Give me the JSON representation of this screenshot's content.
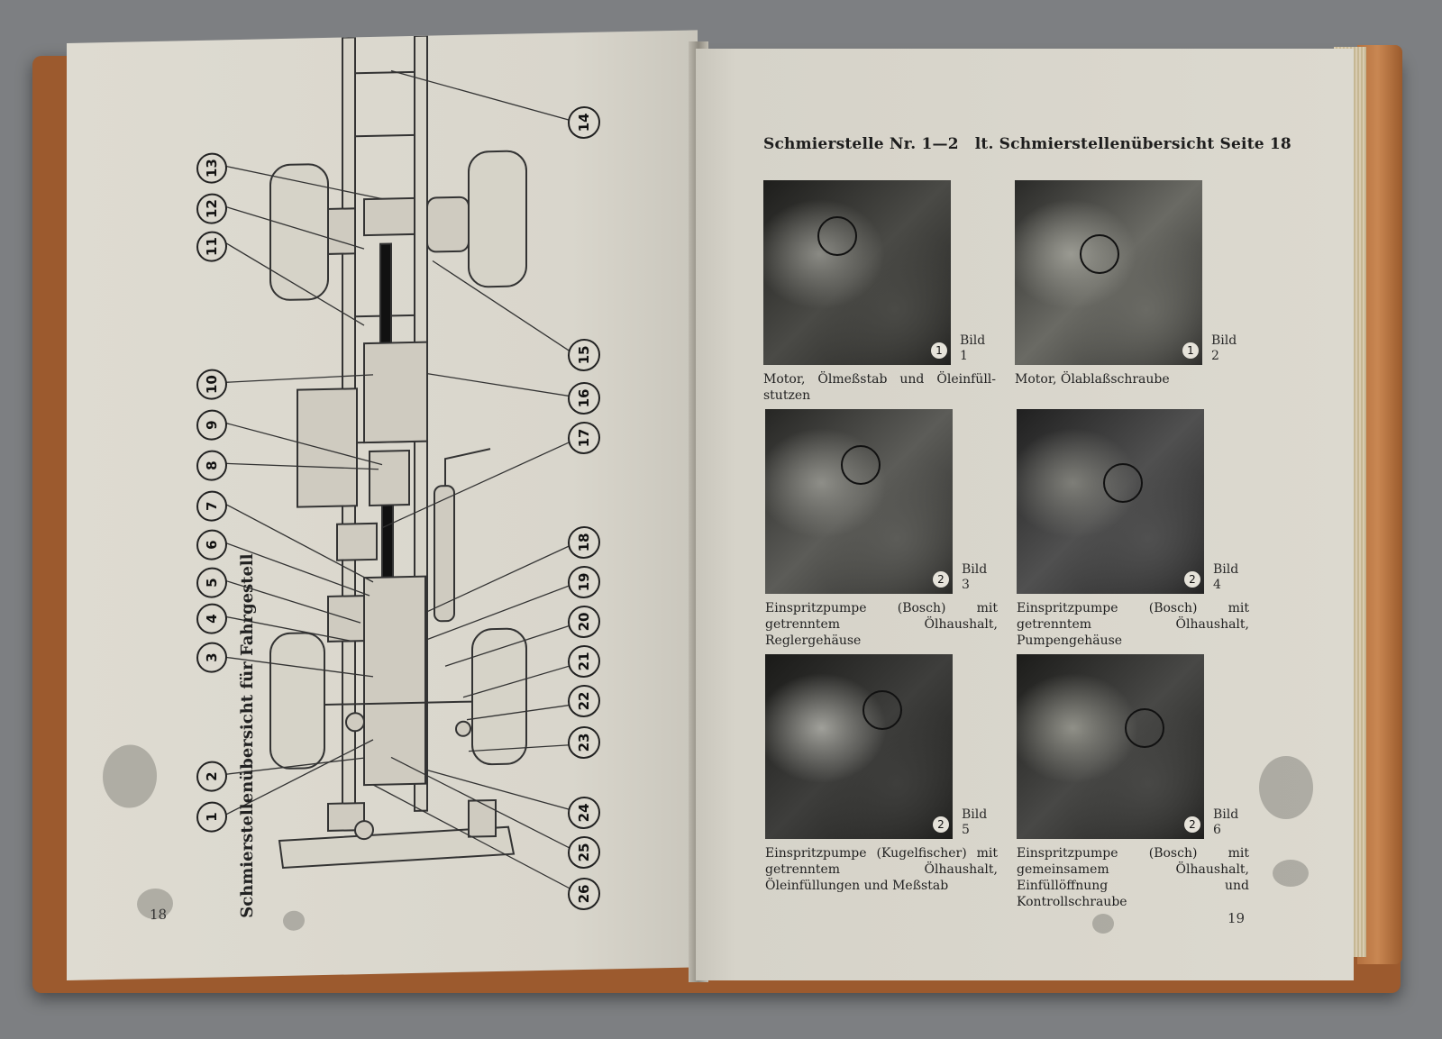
{
  "left_page": {
    "title": "Schmierstellenübersicht für Fahrgestell",
    "page_number": "18",
    "callouts_left": [
      "13",
      "12",
      "11",
      "10",
      "9",
      "8",
      "7",
      "6",
      "5",
      "4",
      "3",
      "2",
      "1"
    ],
    "callouts_right": [
      "14",
      "15",
      "16",
      "17",
      "18",
      "19",
      "20",
      "21",
      "22",
      "23",
      "24",
      "25",
      "26"
    ]
  },
  "right_page": {
    "header": {
      "part1": "Schmierstelle Nr. 1—2",
      "part2": "lt. Schmierstellenübersicht Seite 18"
    },
    "page_number": "19",
    "photos": [
      {
        "bild_label": "Bild",
        "bild_num": "1",
        "badge": "1",
        "caption": "Motor, Ölmeßstab und Öleinfüll-stutzen"
      },
      {
        "bild_label": "Bild",
        "bild_num": "2",
        "badge": "1",
        "caption": "Motor, Ölablaßschraube"
      },
      {
        "bild_label": "Bild",
        "bild_num": "3",
        "badge": "2",
        "caption": "Einspritzpumpe (Bosch) mit getrenntem Ölhaushalt, Reglergehäuse"
      },
      {
        "bild_label": "Bild",
        "bild_num": "4",
        "badge": "2",
        "caption": "Einspritzpumpe (Bosch) mit getrenntem Ölhaushalt, Pumpengehäuse"
      },
      {
        "bild_label": "Bild",
        "bild_num": "5",
        "badge": "2",
        "caption": "Einspritzpumpe (Kugelfischer) mit getrenntem Ölhaushalt, Öleinfüllungen und Meßstab"
      },
      {
        "bild_label": "Bild",
        "bild_num": "6",
        "badge": "2",
        "caption": "Einspritzpumpe (Bosch) mit gemeinsamem Ölhaushalt, Einfüllöffnung und Kontrollschraube"
      }
    ]
  }
}
